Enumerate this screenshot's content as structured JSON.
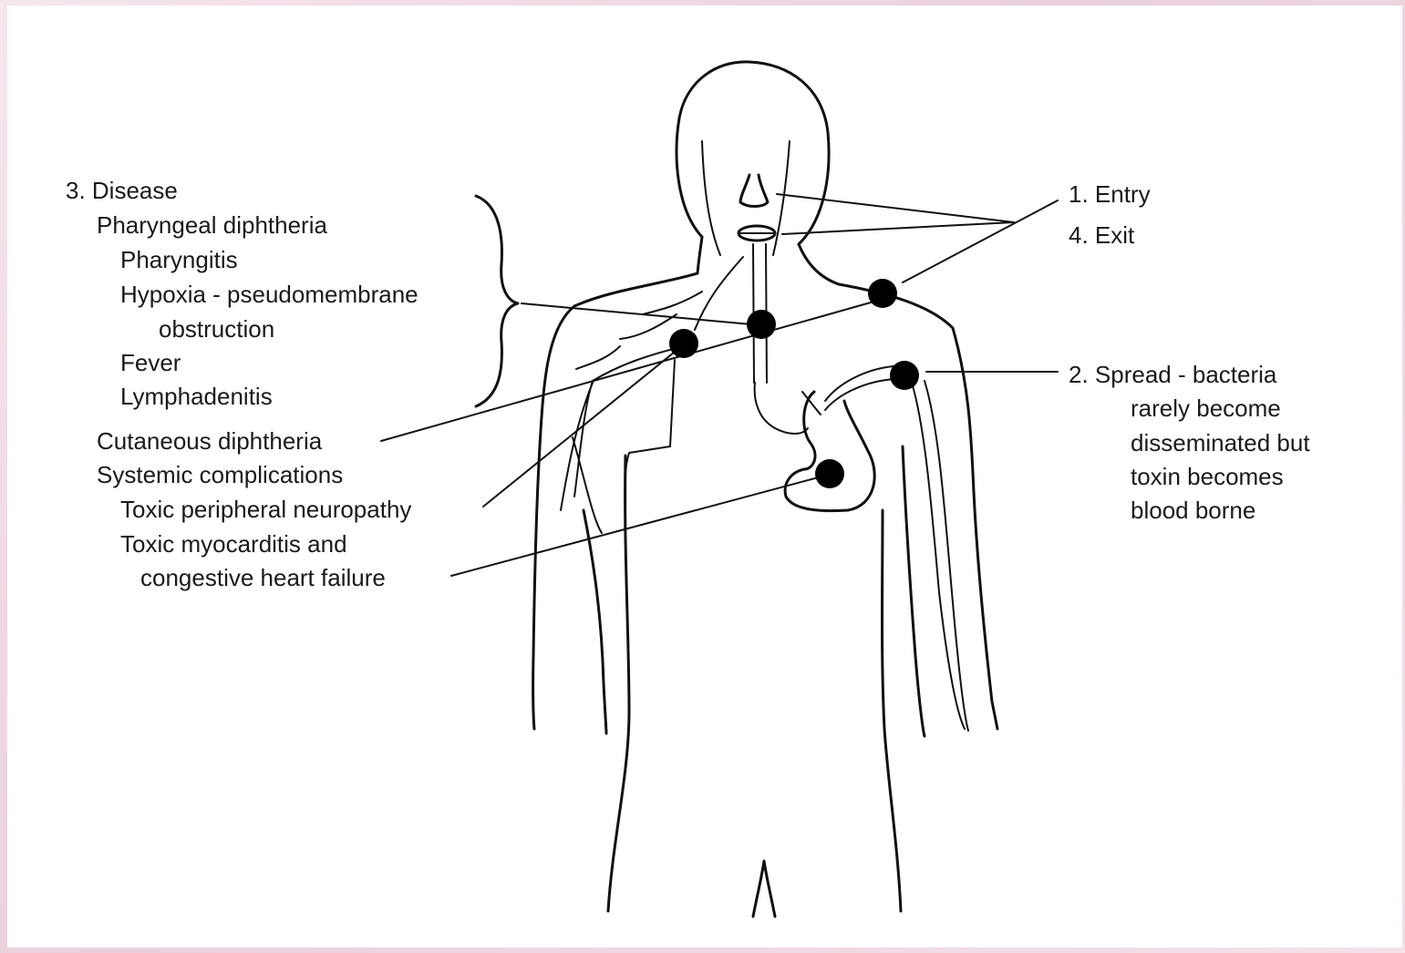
{
  "labels": {
    "disease": {
      "heading": "3. Disease",
      "pharyngeal": "Pharyngeal diphtheria",
      "pharyngitis": "Pharyngitis",
      "hypoxia": "Hypoxia - pseudomembrane",
      "obstruction": "obstruction",
      "fever": "Fever",
      "lymphadenitis": "Lymphadenitis",
      "cutaneous": "Cutaneous diphtheria",
      "systemic": "Systemic complications",
      "neuropathy": "Toxic peripheral neuropathy",
      "myocarditis": "Toxic myocarditis and",
      "heart_failure": "congestive heart failure"
    },
    "entry": "1. Entry",
    "exit": "4. Exit",
    "spread": {
      "line1": "2. Spread - bacteria",
      "line2": "rarely become",
      "line3": "disseminated but",
      "line4": "toxin becomes",
      "line5": "blood borne"
    }
  }
}
